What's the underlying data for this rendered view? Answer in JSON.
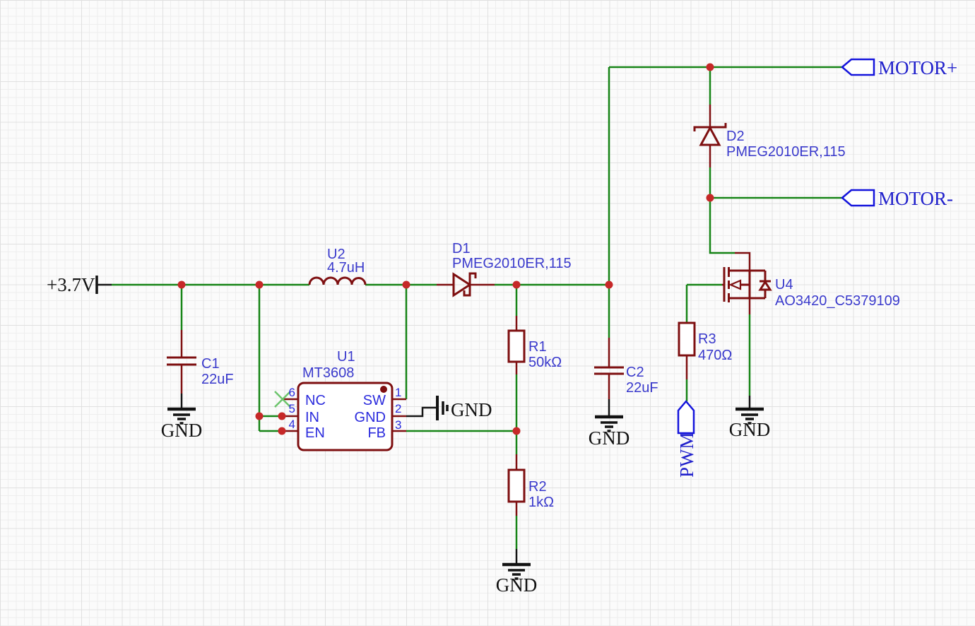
{
  "nets": {
    "power": "+3.7V",
    "ground": "GND",
    "pwm": "PWM",
    "motor_plus": "MOTOR+",
    "motor_minus": "MOTOR-"
  },
  "components": {
    "c1": {
      "ref": "C1",
      "value": "22uF"
    },
    "c2": {
      "ref": "C2",
      "value": "22uF"
    },
    "u2": {
      "ref": "U2",
      "value": "4.7uH"
    },
    "u1": {
      "ref": "U1",
      "value": "MT3608",
      "pins_left": [
        {
          "num": "6",
          "name": "NC"
        },
        {
          "num": "5",
          "name": "IN"
        },
        {
          "num": "4",
          "name": "EN"
        }
      ],
      "pins_right": [
        {
          "num": "1",
          "name": "SW"
        },
        {
          "num": "2",
          "name": "GND"
        },
        {
          "num": "3",
          "name": "FB"
        }
      ]
    },
    "d1": {
      "ref": "D1",
      "value": "PMEG2010ER,115"
    },
    "d2": {
      "ref": "D2",
      "value": "PMEG2010ER,115"
    },
    "r1": {
      "ref": "R1",
      "value": "50kΩ"
    },
    "r2": {
      "ref": "R2",
      "value": "1kΩ"
    },
    "r3": {
      "ref": "R3",
      "value": "470Ω"
    },
    "u4": {
      "ref": "U4",
      "value": "AO3420_C5379109"
    }
  },
  "colors": {
    "wire_green": "#168416",
    "symbol_maroon": "#7E0F10",
    "junction_red": "#C62828",
    "label_blue": "#3A3ACC",
    "flag_blue": "#1414DC",
    "nc_cross_green": "#6CC46C",
    "text_black": "#121212",
    "background": "#fbfbfb"
  }
}
